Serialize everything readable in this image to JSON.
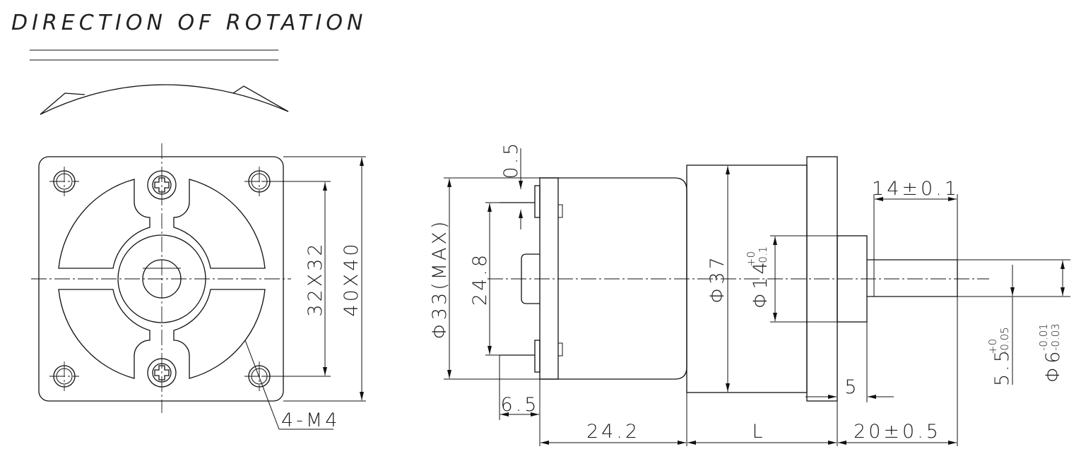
{
  "title": "DIRECTION OF ROTATION",
  "front_view": {
    "outer_square": "40X40",
    "hole_pitch": "32X32",
    "mount_holes": "4-M4"
  },
  "side_view": {
    "pin_offset": "0.5",
    "body_diameter": "Φ33(MAX)",
    "pin_spacing": "24.8",
    "gearbox_diameter": "Φ37",
    "boss_diameter": "Φ14",
    "boss_tol_upper": "+0",
    "boss_tol_lower": "-0.1",
    "shaft_length": "14±0.1",
    "shoulder": "5",
    "flat": "5.5",
    "flat_tol_upper": "+0",
    "flat_tol_lower": "-0.05",
    "shaft_diameter": "Φ6",
    "shaft_tol_upper": "-0.01",
    "shaft_tol_lower": "-0.03",
    "terminal_length": "6.5",
    "motor_length": "24.2",
    "gearbox_length": "L",
    "shaft_extension": "20±0.5"
  }
}
